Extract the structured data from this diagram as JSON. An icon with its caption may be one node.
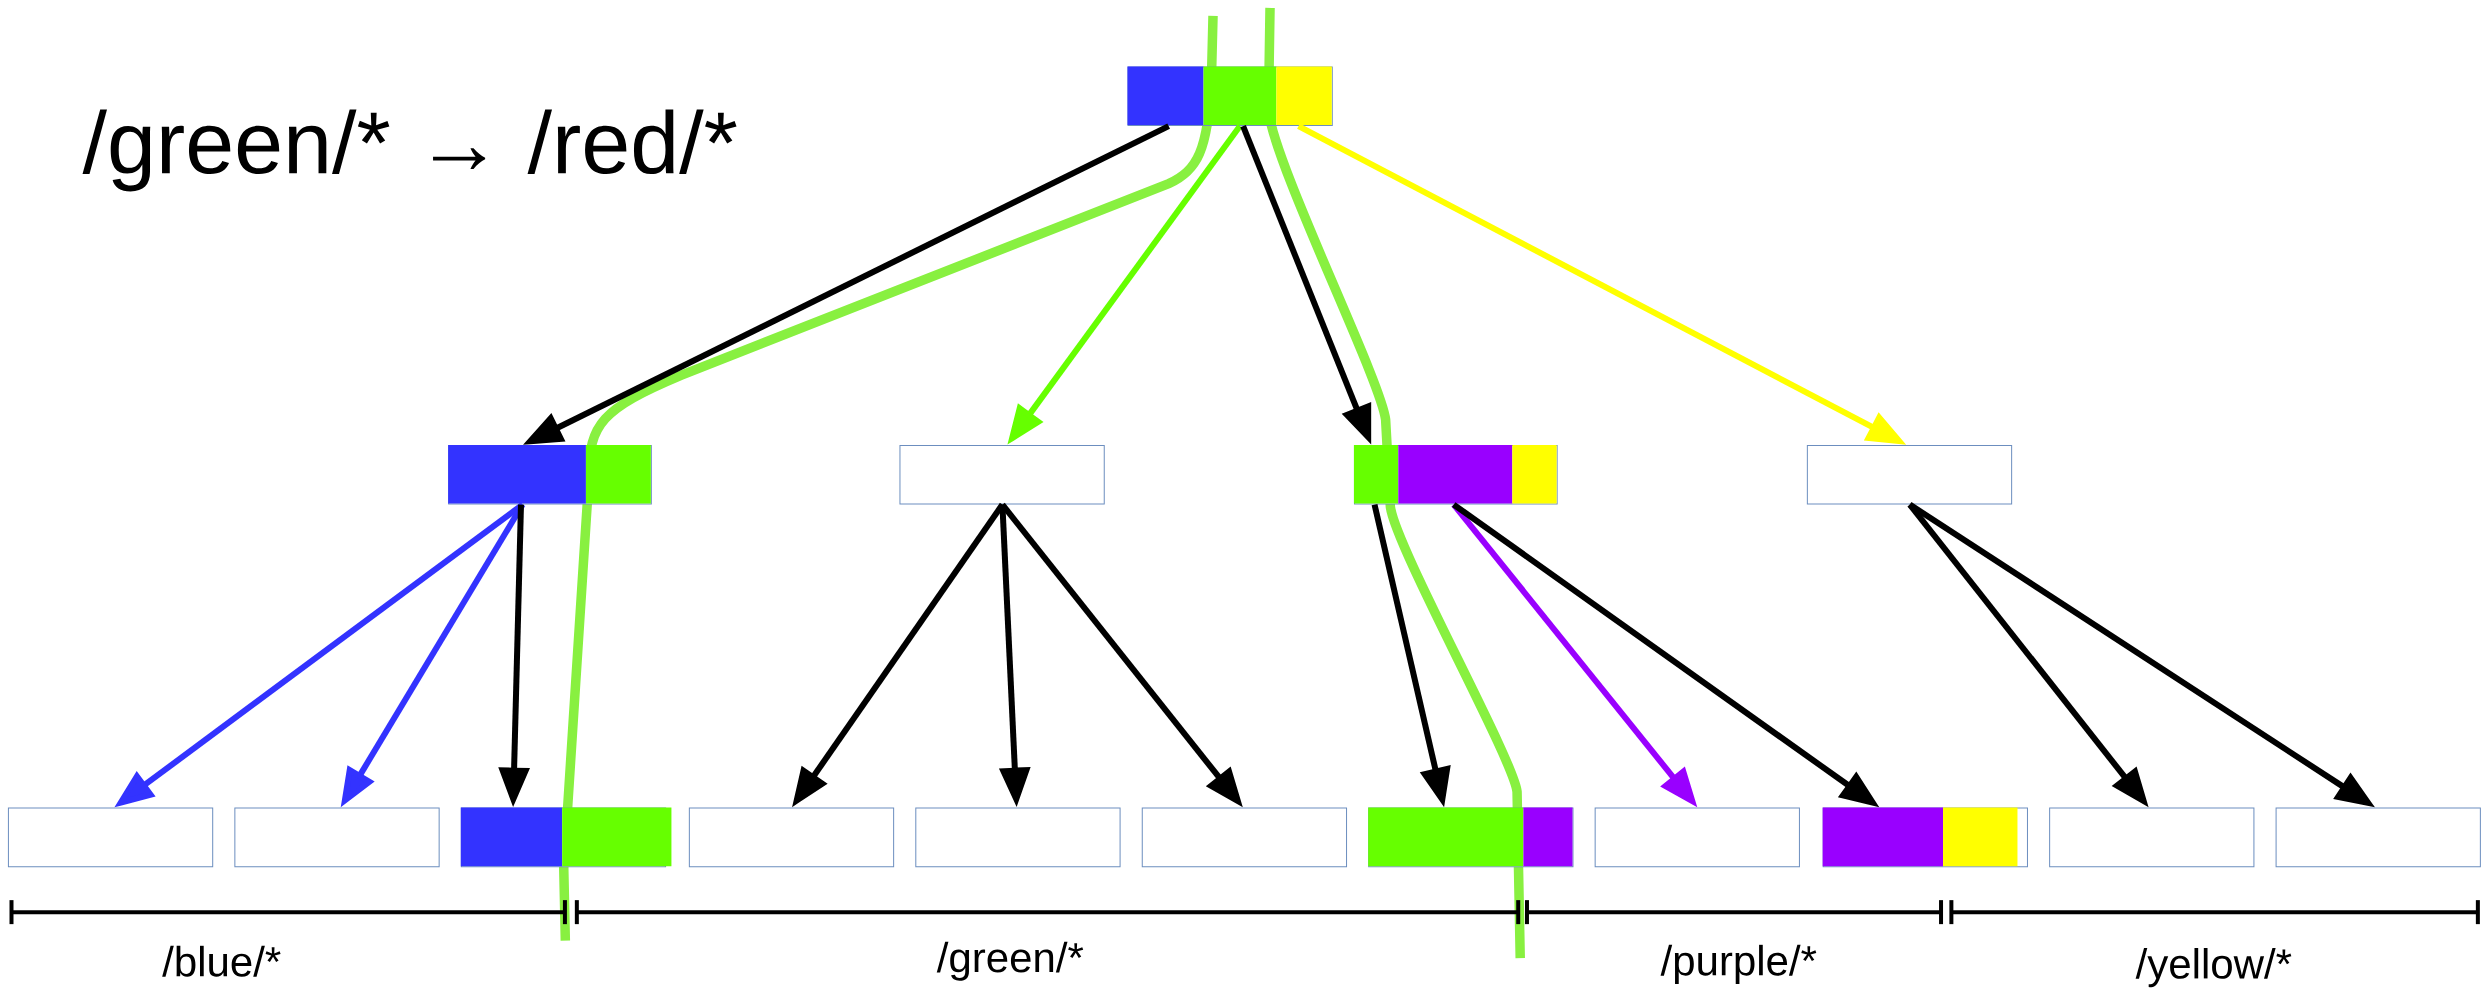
{
  "diagram": {
    "nodes": [
      {
        "text": [],
        "shape": "box"
      },
      {
        "text": [],
        "shape": "box"
      },
      {
        "text": [],
        "shape": "box"
      },
      {
        "text": [],
        "shape": "box"
      },
      {
        "text": [],
        "shape": "box"
      },
      {
        "text": [],
        "shape": "box"
      },
      {
        "text": [],
        "shape": "box"
      },
      {
        "text": [],
        "shape": "box"
      },
      {
        "text": [],
        "shape": "box"
      },
      {
        "text": [],
        "shape": "box"
      },
      {
        "text": [],
        "shape": "box"
      },
      {
        "text": [],
        "shape": "box"
      },
      {
        "text": [],
        "shape": "box"
      },
      {
        "text": [],
        "shape": "box"
      },
      {
        "text": [],
        "shape": "box"
      },
      {
        "text": [],
        "shape": "box"
      }
    ],
    "edges": [
      {
        "from": 0,
        "to": 1,
        "arrow": "to"
      },
      {
        "from": 0,
        "to": 2,
        "arrow": "to",
        "color": "#66ff00"
      },
      {
        "from": 0,
        "to": 3,
        "arrow": "to"
      },
      {
        "from": 0,
        "to": 4,
        "arrow": "to",
        "color": "#ffff00"
      },
      {
        "from": 1,
        "to": 5,
        "arrow": "to",
        "color": "#3333ff"
      },
      {
        "from": 1,
        "to": 6,
        "arrow": "to",
        "color": "#3333ff"
      },
      {
        "from": 1,
        "to": 7,
        "arrow": "to"
      },
      {
        "from": 2,
        "to": 8,
        "arrow": "to"
      },
      {
        "from": 2,
        "to": 9,
        "arrow": "to"
      },
      {
        "from": 2,
        "to": 10,
        "arrow": "to"
      },
      {
        "from": 3,
        "to": 11,
        "arrow": "to"
      },
      {
        "from": 3,
        "to": 12,
        "arrow": "to",
        "color": "#9900ff"
      },
      {
        "from": 3,
        "to": 13,
        "arrow": "to"
      },
      {
        "from": 4,
        "to": 14,
        "arrow": "to"
      },
      {
        "from": 4,
        "to": 15,
        "arrow": "to"
      }
    ],
    "labels": [
      "/green/* → /red/*",
      "/blue/*",
      "/green/*",
      "/purple/*",
      "/yellow/*"
    ]
  }
}
